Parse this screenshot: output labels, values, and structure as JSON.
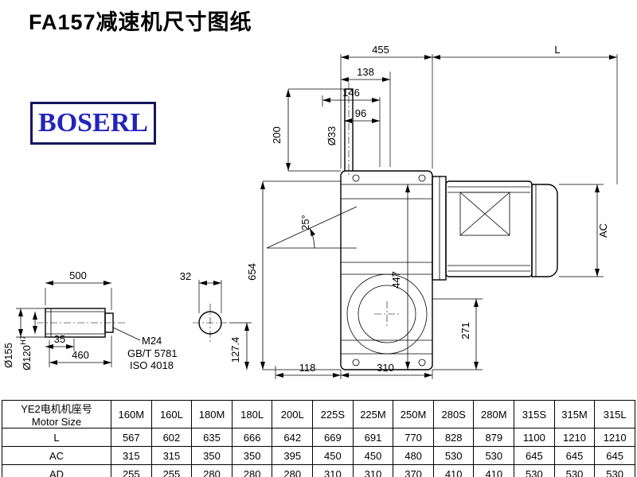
{
  "page": {
    "title": "FA157减速机尺寸图纸"
  },
  "logo": {
    "text": "BOSERL"
  },
  "drawing": {
    "dims": {
      "w455": "455",
      "L": "L",
      "d138": "138",
      "d146": "146",
      "d96": "96",
      "dia33": "Ø33",
      "len200": "200",
      "ang25": "25°",
      "h654": "654",
      "d447": "447",
      "AC": "AC",
      "d271": "271",
      "d118": "118",
      "d310": "310",
      "len500": "500",
      "d32": "32",
      "d35": "35",
      "len460": "460",
      "dia155": "Ø155",
      "dia120": "Ø120",
      "dia120_tol": "H7",
      "thread": "M24",
      "std_gb": "GB/T 5781",
      "std_iso": "ISO 4018",
      "d127": "127.4"
    }
  },
  "table": {
    "corner_line1": "YE2电机机座号",
    "corner_line2": "Motor Size",
    "columns": [
      "160M",
      "160L",
      "180M",
      "180L",
      "200L",
      "225S",
      "225M",
      "250M",
      "280S",
      "280M",
      "315S",
      "315M",
      "315L"
    ],
    "rows": [
      {
        "label": "L",
        "values": [
          "567",
          "602",
          "635",
          "666",
          "642",
          "669",
          "691",
          "770",
          "828",
          "879",
          "1100",
          "1210",
          "1210"
        ]
      },
      {
        "label": "AC",
        "values": [
          "315",
          "315",
          "350",
          "350",
          "395",
          "450",
          "450",
          "480",
          "530",
          "530",
          "645",
          "645",
          "645"
        ]
      },
      {
        "label": "AD",
        "values": [
          "255",
          "255",
          "280",
          "280",
          "280",
          "310",
          "310",
          "370",
          "410",
          "410",
          "530",
          "530",
          "530"
        ]
      }
    ]
  }
}
